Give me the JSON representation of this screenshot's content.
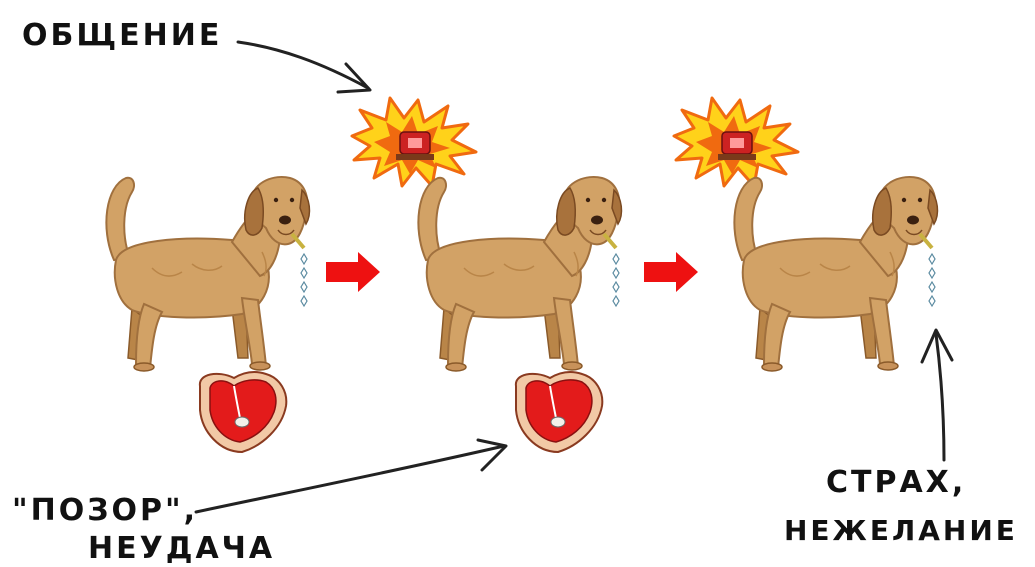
{
  "labels": {
    "communication": "ОБЩЕНИЕ",
    "shame_line1": "\"ПОЗОР\",",
    "shame_line2": "НЕУДАЧА",
    "fear_line1": "СТРАХ,",
    "fear_line2": "НЕЖЕЛАНИЕ"
  },
  "colors": {
    "dog_fur": "#d2a266",
    "dog_dark": "#a0703e",
    "arrow_red": "#ee1111",
    "meat_red": "#e31b1b",
    "fat": "#f2c9a6",
    "flash_yellow": "#ffd21a",
    "flash_orange": "#f06a10"
  },
  "icons": [
    "dog-icon",
    "meat-icon",
    "siren-flash-icon",
    "red-arrow-icon",
    "hand-drawn-arrow-icon",
    "saliva-drops-icon"
  ]
}
